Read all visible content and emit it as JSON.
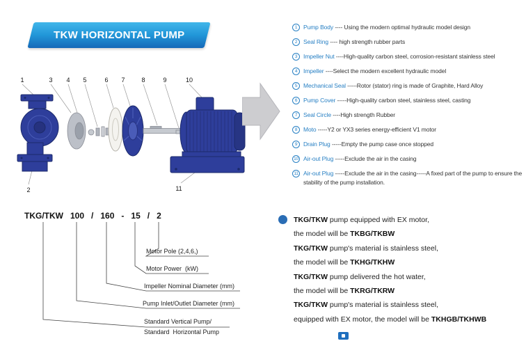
{
  "banner": {
    "title": "TKW HORIZONTAL PUMP"
  },
  "diagram": {
    "callouts": [
      "1",
      "3",
      "4",
      "5",
      "6",
      "7",
      "8",
      "9",
      "10",
      "2",
      "11"
    ]
  },
  "parts_list": {
    "items": [
      {
        "num": "1",
        "label": "Pump Body",
        "desc": "---- Using the modern optimal hydraulic model design"
      },
      {
        "num": "2",
        "label": "Seal Ring",
        "desc": "---- high strength rubber parts"
      },
      {
        "num": "3",
        "label": "Impeller Nut",
        "desc": "----High-quality carbon steel, corrosion-resistant stainless steel"
      },
      {
        "num": "4",
        "label": "Impeller",
        "desc": "----Select the modern excellent hydraulic model"
      },
      {
        "num": "5",
        "label": "Mechanical Seal",
        "desc": "-----Rotor (stator) ring is made of Graphite, Hard Alloy"
      },
      {
        "num": "6",
        "label": "Pump Cover",
        "desc": "-----High-quality carbon steel, stainless steel, casting"
      },
      {
        "num": "7",
        "label": "Seal Circle",
        "desc": "----High strength Rubber"
      },
      {
        "num": "8",
        "label": "Moto",
        "desc": "-----Y2 or YX3 series energy-efficient V1 motor"
      },
      {
        "num": "9",
        "label": "Drain Plug",
        "desc": "-----Empty the pump case once stopped"
      },
      {
        "num": "10",
        "label": "Air-out Plug",
        "desc": "-----Exclude the air in the casing"
      },
      {
        "num": "11",
        "label": "Air-out Plug",
        "desc": "-----Exclude the air in the casing-----A fixed part of the pump to ensure the stability of the pump installation."
      }
    ]
  },
  "model_code": {
    "segments": [
      "TKG/TKW",
      "100",
      "/",
      "160",
      "-",
      "15",
      "/",
      "2"
    ],
    "labels": {
      "motor_pole": "Motor Pole (2,4,6,)",
      "motor_power": "Motor Power  (kW)",
      "impeller_diameter": "Impeller Nominal Diameter (mm)",
      "inlet_outlet": "Pump Inlet/Outlet Diameter (mm)",
      "standard_line1": "Standard Vertical Pump/",
      "standard_line2": "Standard  Horizontal Pump"
    }
  },
  "variants": {
    "rows": [
      {
        "bold1": "TKG/TKW",
        "rest1": " pump equipped with EX motor,",
        "pre2": "the model will be ",
        "bold2": "TKBG/TKBW"
      },
      {
        "bold1": "TKG/TKW",
        "rest1": " pump's material is stainless steel,",
        "pre2": "the model will be ",
        "bold2": "TKHG/TKHW"
      },
      {
        "bold1": "TKG/TKW",
        "rest1": " pump delivered the hot water,",
        "pre2": "the model will be ",
        "bold2": "TKRG/TKRW"
      },
      {
        "bold1": "TKG/TKW",
        "rest1": " pump's material is stainless steel,",
        "pre2": "equipped with EX motor, the model will be ",
        "bold2": "TKHGB/TKHWB"
      }
    ]
  },
  "colors": {
    "accent_blue": "#2880c4",
    "pump_blue": "#2e3e9b",
    "banner_blue_top": "#41b6ea",
    "banner_blue_bottom": "#1568b8",
    "bullet_blue": "#2a6db5",
    "arrow_gray": "#cdcdd0"
  }
}
